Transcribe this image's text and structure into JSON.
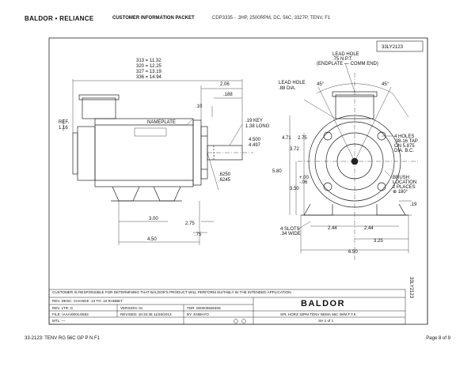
{
  "header": {
    "logo_text": "BALDOR • RELIANCE",
    "packet_title": "CUSTOMER INFORMATION PACKET",
    "description": "CDP3335 - .3HP, 2500RPM, DC, 56C, 3327P, TENV, F1"
  },
  "drawing": {
    "drawing_number": "33LY2123",
    "side_number": "33LY2123",
    "dims_overall": [
      "313 = 11.32",
      "320 = 12.25",
      "327 = 13.19",
      "336 = 14.94"
    ],
    "dim_2_06": "2.06",
    "dim_1_88": ".188",
    "dim_10": ".10",
    "ref_label": "REF.",
    "ref_value": "1.16",
    "nameplate": "NAMEPLATE",
    "key_label_1": ".19 KEY",
    "key_label_2": "1.38 LONG",
    "shaft_4500": "4.500",
    "shaft_4497": "4.497",
    "shaft_6250": ".6250",
    "shaft_6245": ".6245",
    "dim_3_00": "3.00",
    "dim_2_75_bottom": "2.75",
    "dim_75": ".75",
    "dim_4_50": "4.50",
    "lead_hole_top_1": "LEAD HOLE",
    "lead_hole_top_2": ".75 N.P.T.",
    "lead_hole_top_3": "(ENDPLATE — COMM END)",
    "lead_hole_left_1": "LEAD HOLE",
    "lead_hole_left_2": ".88 DIA.",
    "angle_left": "45°",
    "angle_right": "45°",
    "dim_4_71": "4.71",
    "dim_2_75_front": "2.75",
    "dim_3_72": "3.72",
    "dim_5_80": "5.80",
    "dim_3_50": "3.50",
    "dim_00": "+.00",
    "dim_06": "-.06",
    "holes_1": "4 HOLES",
    "holes_2": ".38-16 TAP",
    "holes_3": "ON 5.875",
    "holes_4": "DIA. B.C.",
    "brush_1": "BRUSH",
    "brush_2": "LOCATION",
    "brush_3": "2 PLACES",
    "brush_4": "⊕ 180°",
    "dim_19": ".19",
    "slots_1": "4 SLOTS",
    "slots_2": ".34 WIDE",
    "dim_2_44_left": "2.44",
    "dim_2_44_right": "2.44",
    "dim_3_25": "3.25",
    "dim_6_50": "6.50"
  },
  "title_block": {
    "disclaimer": "CUSTOMER IS RESPONSIBLE FOR DETERMINING THAT BALDOR'S PRODUCT WILL PERFORM SUITABLY IN THE INTENDED APPLICATION.",
    "rev_desc": "REV. DESC:  CHANGE .13 TO .10 RABBET",
    "rev_ltr": "REV. LTR:  G",
    "version": "VERSION: 01",
    "tdr": "TDR: 000000826406",
    "file": "FILE: \\AAA\\00014\\553",
    "revised": "REVISED: 10:34:35 11/26/2013",
    "by": "BY: ENMAYO",
    "mtl": "MTL: —",
    "company": "BALDOR",
    "part_desc": "SPL HORZ 33PM TENV NEMA 56C W/M.F.T.K",
    "sheet": "SH 1 of 1"
  },
  "footer": {
    "left": "33-2123: TENV RG 56C GP P N F1",
    "right": "Page 8 of 9"
  }
}
